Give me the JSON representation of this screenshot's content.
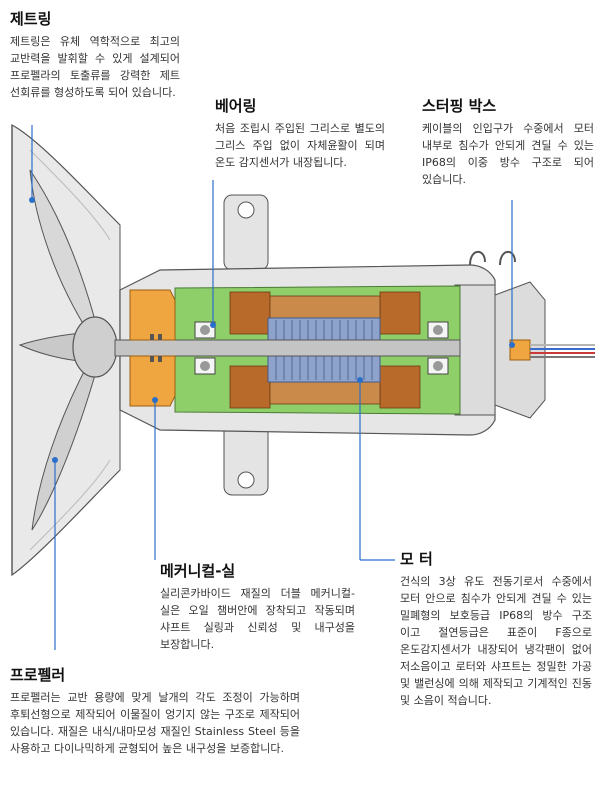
{
  "labels": {
    "jet_ring": {
      "title": "제트링",
      "desc": "제트링은 유체 역학적으로 최고의 교반력을 발휘할 수 있게 설계되어 프로펠라의 토출류를 강력한 제트 선회류를 형성하도록 되어 있습니다."
    },
    "bearing": {
      "title": "베어링",
      "desc": "처음 조립시 주입된 그리스로 별도의 그리스 주입 없이 자체윤활이 되며 온도 감지센서가 내장됩니다."
    },
    "stuffing_box": {
      "title": "스터핑 박스",
      "desc": "케이블의 인입구가 수중에서 모터 내부로 침수가 안되게 견딜 수 있는 IP68의 이중 방수 구조로 되어 있습니다."
    },
    "mechanical_seal": {
      "title": "메커니컬-실",
      "desc": "실리콘카바이드 재질의 더블 메커니컬-실은 오일 챔버안에 장착되고 작동되며 샤프트 실링과 신뢰성 및 내구성을 보장합니다."
    },
    "motor": {
      "title": "모 터",
      "desc": "건식의 3상 유도 전동기로서 수중에서 모터 안으로 침수가 안되게 견딜 수 있는 밀폐형의 보호등급 IP68의 방수 구조 이고 절연등급은 표준이 F종으로 온도감지센서가 내장되어 냉각팬이 없어 저소음이고 로터와 샤프트는 정밀한 가공 및 밸런싱에 의해 제작되고 기계적인 진동 및 소음이 적습니다."
    },
    "propeller": {
      "title": "프로펠러",
      "desc": "프로펠러는 교반 용량에 맞게 날개의 각도 조정이 가능하며 후퇴선형으로 제작되어 이물질이 엉기지 않는 구조로 제작되어 있습니다. 재질은 내식/내마모성 재질인 Stainless Steel 등을 사용하고 다이나믹하게 균형되어 높은 내구성을 보증합니다."
    }
  },
  "colors": {
    "leader_line": "#2a6fc9",
    "housing": "#e6e6e6",
    "oil_chamber": "#8fcf6a",
    "seal": "#f0a640",
    "stator_winding": "#b86a2a",
    "rotor": "#8ea3cc"
  }
}
